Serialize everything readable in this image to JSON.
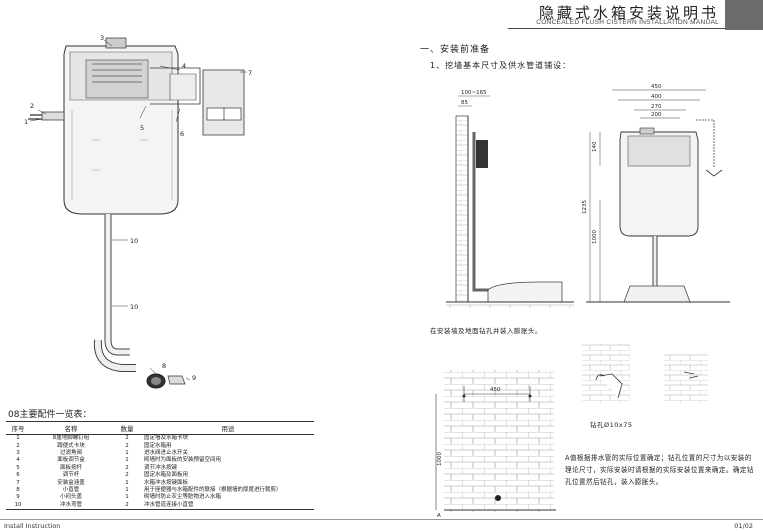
{
  "header": {
    "title_cn": "隐藏式水箱安装说明书",
    "title_en": "CONCEALED FLUSH CISTERN INSTALLATION MANUAL"
  },
  "exploded_view": {
    "callouts": [
      "1",
      "2",
      "3",
      "4",
      "5",
      "6",
      "7",
      "8",
      "9",
      "10",
      "10"
    ]
  },
  "section1": {
    "heading": "一、安装前准备",
    "step1": "1、挖墙基本尺寸及供水管道铺设："
  },
  "dimensions": {
    "top": [
      "450",
      "400",
      "270",
      "200"
    ],
    "side_left": "100~165",
    "side_small": "85",
    "v140": "140",
    "v1235": "1235",
    "v1000": "1000"
  },
  "step_drill": "在安装墙及地面钻孔并装入膨胀头。",
  "wall_detail": {
    "width_label": "450",
    "height_label": "1000",
    "corner_label": "A",
    "drill_label": "钻孔Ø10x75"
  },
  "note": "A值根据排水管的实际位置确定；钻孔位置的尺寸为以安装的理论尺寸，实际安装时请根据的实际安装位置来确定。确定钻孔位置然后钻孔，装入膨胀头。",
  "parts_table": {
    "title": "08主要配件一览表：",
    "headers": [
      "序号",
      "名称",
      "数量",
      "用途"
    ],
    "rows": [
      [
        "1",
        "8厘地脚螺钉组",
        "2",
        "固定墙及水箱卡块"
      ],
      [
        "2",
        "蹲便式卡块",
        "2",
        "固定水箱用"
      ],
      [
        "3",
        "过滤角阀",
        "1",
        "进水阀进止水开关"
      ],
      [
        "4",
        "面板调节盒",
        "1",
        "砌墙时为面板的安装预留空间用"
      ],
      [
        "5",
        "面板按杆",
        "2",
        "调节冲水按键"
      ],
      [
        "6",
        "调节杆",
        "2",
        "固定水箱及面板用"
      ],
      [
        "7",
        "安装盒涵盖",
        "1",
        "水箱冲水按键面板"
      ],
      [
        "8",
        "小直管",
        "1",
        "用于座便器与水箱配件的联接（根据墙的厚度进行裁剪）"
      ],
      [
        "9",
        "小闷头盖",
        "1",
        "砌墙时防止灰尘等脏物进入水箱"
      ],
      [
        "10",
        "冲水弯管",
        "2",
        "冲水管道连接小直管"
      ]
    ]
  },
  "footer": {
    "left": "Install Instruction",
    "right": "01/02"
  }
}
